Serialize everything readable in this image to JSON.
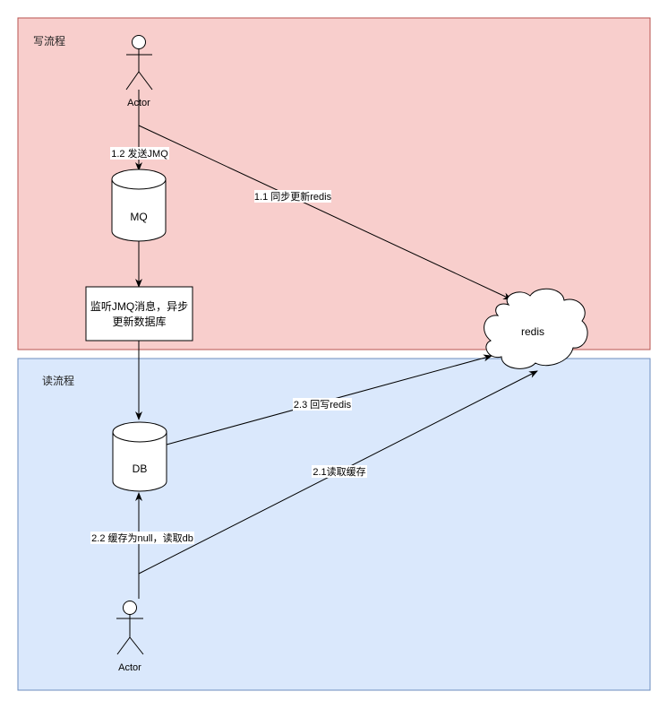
{
  "colors": {
    "write_zone_fill": "#f8cecc",
    "write_zone_stroke": "#b85450",
    "read_zone_fill": "#dae8fc",
    "read_zone_stroke": "#6c8ebf",
    "shape_fill": "#ffffff",
    "line": "#000000"
  },
  "zones": {
    "write": {
      "title": "写流程"
    },
    "read": {
      "title": "读流程"
    }
  },
  "nodes": {
    "actor_write": {
      "label": "Actor",
      "type": "actor"
    },
    "mq": {
      "label": "MQ",
      "type": "cylinder"
    },
    "listener": {
      "line1": "监听JMQ消息，异步",
      "line2": "更新数据库",
      "type": "process"
    },
    "redis": {
      "label": "redis",
      "type": "cloud"
    },
    "db": {
      "label": "DB",
      "type": "cylinder"
    },
    "actor_read": {
      "label": "Actor",
      "type": "actor"
    }
  },
  "edges": {
    "e1_1": {
      "label": "1.1 同步更新redis",
      "from": "actor_write",
      "to": "redis"
    },
    "e1_2": {
      "label": "1.2 发送JMQ",
      "from": "actor_write",
      "to": "mq"
    },
    "e_mq_listener": {
      "label": "",
      "from": "mq",
      "to": "listener"
    },
    "e_listener_db": {
      "label": "",
      "from": "listener",
      "to": "db"
    },
    "e2_1": {
      "label": "2.1读取缓存",
      "from": "actor_read",
      "to": "redis"
    },
    "e2_2": {
      "label": "2.2 缓存为null，读取db",
      "from": "actor_read",
      "to": "db"
    },
    "e2_3": {
      "label": "2.3 回写redis",
      "from": "db",
      "to": "redis"
    }
  }
}
